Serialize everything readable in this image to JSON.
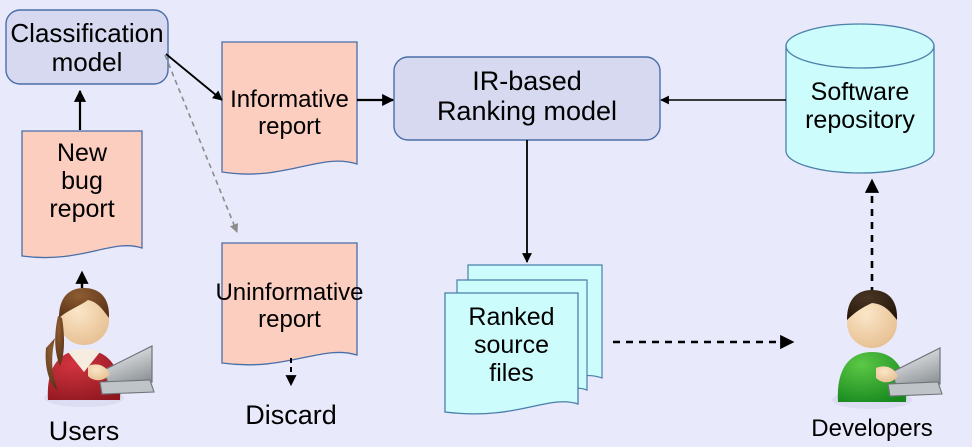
{
  "diagram": {
    "title": "Bug report classification and IR-based bug localization workflow",
    "background_color": "#e8e9fa",
    "palette": {
      "model_box_fill": "#d6d9f0",
      "model_box_stroke": "#4a6ea8",
      "report_fill": "#fccec0",
      "report_stroke": "#4a6ea8",
      "source_file_fill": "#ccfcfc",
      "source_file_stroke": "#4a7fa8",
      "repository_fill": "#ccfcfc",
      "repository_stroke": "#4a7fa8",
      "arrow_solid": "#000000",
      "arrow_dashed_gray": "#8c8c8c",
      "text": "#000000",
      "user_shirt": "#b3232e",
      "user_hair": "#7a4a2a",
      "developer_shirt": "#2fa82f",
      "developer_hair": "#3a2a1c",
      "laptop": "#a8acb0",
      "skin": "#f4d4ae"
    },
    "nodes": [
      {
        "id": "classification-model",
        "label": "Classification\nmodel",
        "shape": "rounded-rect",
        "fill": "#d6d9f0"
      },
      {
        "id": "new-bug-report",
        "label": "New\nbug\nreport",
        "shape": "document",
        "fill": "#fccec0"
      },
      {
        "id": "informative-report",
        "label": "Informative\nreport",
        "shape": "document",
        "fill": "#fccec0"
      },
      {
        "id": "uninformative-report",
        "label": "Uninformative\nreport",
        "shape": "document",
        "fill": "#fccec0"
      },
      {
        "id": "ir-ranking-model",
        "label": "IR-based\nRanking model",
        "shape": "rounded-rect",
        "fill": "#d6d9f0"
      },
      {
        "id": "ranked-source-files",
        "label": "Ranked\nsource\nfiles",
        "shape": "document-stack",
        "fill": "#ccfcfc"
      },
      {
        "id": "software-repository",
        "label": "Software\nrepository",
        "shape": "cylinder",
        "fill": "#ccfcfc"
      }
    ],
    "actors": [
      {
        "id": "users",
        "label": "Users",
        "icon": "person-with-laptop-female-icon"
      },
      {
        "id": "developers",
        "label": "Developers",
        "icon": "person-with-laptop-male-icon"
      }
    ],
    "terminals": [
      {
        "id": "discard",
        "label": "Discard"
      }
    ],
    "edges": [
      {
        "from": "users",
        "to": "new-bug-report",
        "style": "dashed",
        "color": "#000000"
      },
      {
        "from": "new-bug-report",
        "to": "classification-model",
        "style": "solid",
        "color": "#000000"
      },
      {
        "from": "classification-model",
        "to": "informative-report",
        "style": "solid",
        "color": "#000000"
      },
      {
        "from": "classification-model",
        "to": "uninformative-report",
        "style": "dashed",
        "color": "#8c8c8c"
      },
      {
        "from": "uninformative-report",
        "to": "discard",
        "style": "dashed",
        "color": "#000000"
      },
      {
        "from": "informative-report",
        "to": "ir-ranking-model",
        "style": "solid",
        "color": "#000000"
      },
      {
        "from": "software-repository",
        "to": "ir-ranking-model",
        "style": "solid",
        "color": "#000000"
      },
      {
        "from": "ir-ranking-model",
        "to": "ranked-source-files",
        "style": "solid",
        "color": "#000000"
      },
      {
        "from": "ranked-source-files",
        "to": "developers",
        "style": "dashed",
        "color": "#000000"
      },
      {
        "from": "developers",
        "to": "software-repository",
        "style": "dashed",
        "color": "#000000"
      }
    ]
  },
  "labels": {
    "classification_model": "Classification\nmodel",
    "new_bug_report": "New\nbug\nreport",
    "informative_report": "Informative\nreport",
    "uninformative_report": "Uninformative\nreport",
    "ir_ranking_model": "IR-based\nRanking model",
    "ranked_source_files": "Ranked\nsource\nfiles",
    "software_repository": "Software\nrepository",
    "users": "Users",
    "developers": "Developers",
    "discard": "Discard"
  }
}
